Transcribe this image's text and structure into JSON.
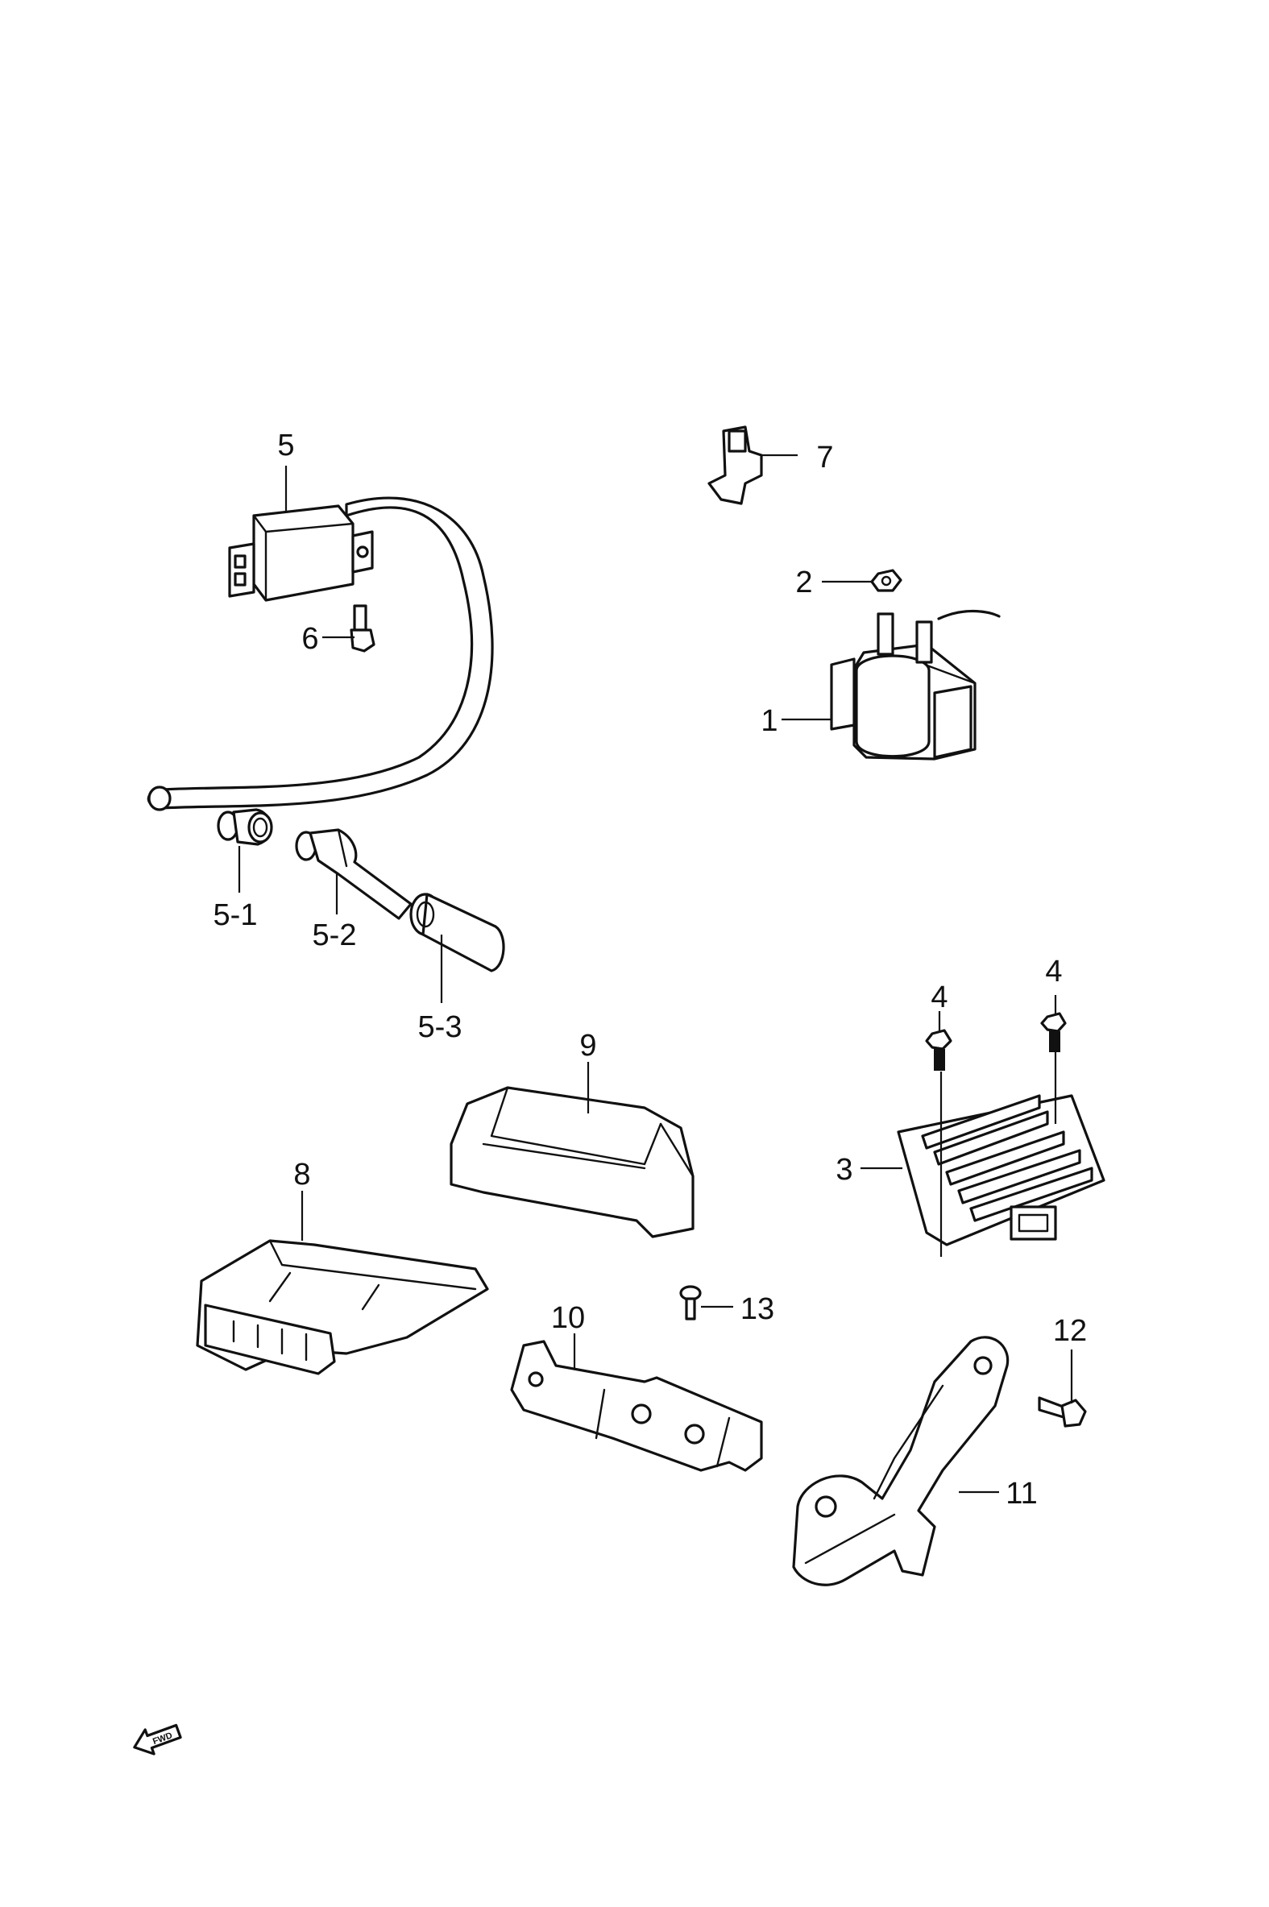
{
  "diagram": {
    "callouts": [
      {
        "id": "c1",
        "text": "1"
      },
      {
        "id": "c2",
        "text": "2"
      },
      {
        "id": "c3",
        "text": "3"
      },
      {
        "id": "c4a",
        "text": "4"
      },
      {
        "id": "c4b",
        "text": "4"
      },
      {
        "id": "c5",
        "text": "5"
      },
      {
        "id": "c5-1",
        "text": "5-1"
      },
      {
        "id": "c5-2",
        "text": "5-2"
      },
      {
        "id": "c5-3",
        "text": "5-3"
      },
      {
        "id": "c6",
        "text": "6"
      },
      {
        "id": "c7",
        "text": "7"
      },
      {
        "id": "c8",
        "text": "8"
      },
      {
        "id": "c9",
        "text": "9"
      },
      {
        "id": "c10",
        "text": "10"
      },
      {
        "id": "c11",
        "text": "11"
      },
      {
        "id": "c12",
        "text": "12"
      },
      {
        "id": "c13",
        "text": "13"
      }
    ],
    "direction_marker": {
      "text": "FWD",
      "icon": "fwd-arrow-icon"
    }
  }
}
